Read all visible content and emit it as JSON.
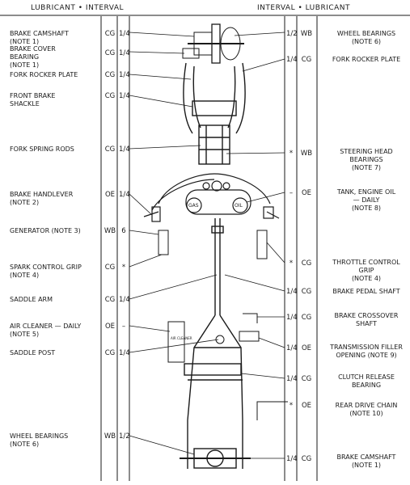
{
  "header": {
    "left": "LUBRICANT • INTERVAL",
    "right": "INTERVAL • LUBRICANT"
  },
  "left_items": [
    {
      "label": "BRAKE CAMSHAFT\n(NOTE 1)",
      "lub": "CG",
      "int": "1/4"
    },
    {
      "label": "BRAKE COVER\nBEARING\n(NOTE 1)",
      "lub": "CG",
      "int": "1/4"
    },
    {
      "label": "FORK ROCKER PLATE",
      "lub": "CG",
      "int": "1/4"
    },
    {
      "label": "FRONT BRAKE\nSHACKLE",
      "lub": "CG",
      "int": "1/4"
    },
    {
      "label": "FORK SPRING RODS",
      "lub": "CG",
      "int": "1/4"
    },
    {
      "label": "BRAKE HANDLEVER\n(NOTE 2)",
      "lub": "OE",
      "int": "1/4"
    },
    {
      "label": "GENERATOR (NOTE 3)",
      "lub": "WB",
      "int": "6"
    },
    {
      "label": "SPARK CONTROL GRIP\n(NOTE 4)",
      "lub": "CG",
      "int": "*"
    },
    {
      "label": "SADDLE ARM",
      "lub": "CG",
      "int": "1/4"
    },
    {
      "label": "AIR CLEANER — DAILY\n(NOTE 5)",
      "lub": "OE",
      "int": "–"
    },
    {
      "label": "SADDLE POST",
      "lub": "CG",
      "int": "1/4"
    },
    {
      "label": "WHEEL BEARINGS\n(NOTE 6)",
      "lub": "WB",
      "int": "1/2"
    }
  ],
  "right_items": [
    {
      "label": "WHEEL BEARINGS\n(NOTE 6)",
      "lub": "WB",
      "int": "1/2"
    },
    {
      "label": "FORK ROCKER PLATE",
      "lub": "CG",
      "int": "1/4"
    },
    {
      "label": "STEERING HEAD\nBEARINGS\n(NOTE 7)",
      "lub": "WB",
      "int": "*"
    },
    {
      "label": "TANK, ENGINE OIL\n— DAILY\n(NOTE 8)",
      "lub": "OE",
      "int": "–"
    },
    {
      "label": "THROTTLE CONTROL\nGRIP\n(NOTE 4)",
      "lub": "CG",
      "int": "*"
    },
    {
      "label": "BRAKE PEDAL SHAFT",
      "lub": "CG",
      "int": "1/4"
    },
    {
      "label": "BRAKE CROSSOVER\nSHAFT",
      "lub": "CG",
      "int": "1/4"
    },
    {
      "label": "TRANSMISSION FILLER\nOPENING (NOTE 9)",
      "lub": "OE",
      "int": "1/4"
    },
    {
      "label": "CLUTCH RELEASE\nBEARING",
      "lub": "CG",
      "int": "1/4"
    },
    {
      "label": "REAR DRIVE CHAIN\n(NOTE 10)",
      "lub": "OE",
      "int": "*"
    },
    {
      "label": "BRAKE CAMSHAFT\n(NOTE 1)",
      "lub": "CG",
      "int": "1/4"
    }
  ],
  "diagram": {
    "gas_label": "GAS",
    "oil_label": "OIL",
    "air_cleaner_label": "AIR CLEANER"
  }
}
